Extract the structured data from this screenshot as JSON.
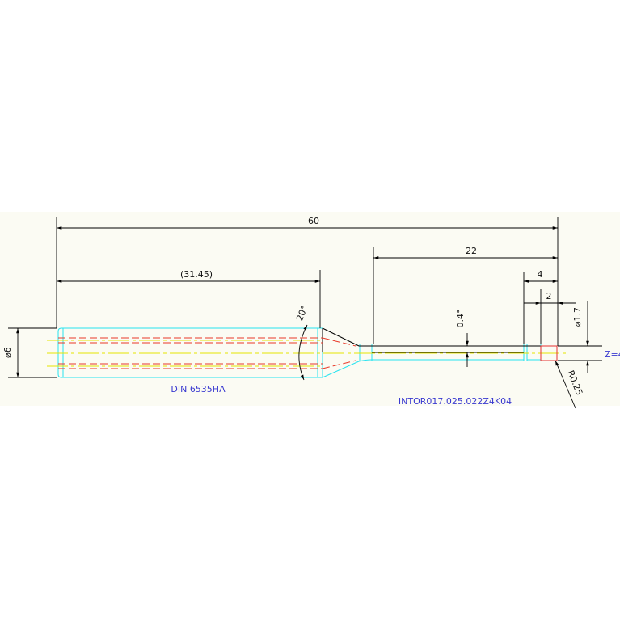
{
  "drawing": {
    "dimensions": {
      "overall_length": "60",
      "shank_length": "(31.45)",
      "neck_length": "22",
      "tip_length": "4",
      "cut_length": "2",
      "shank_diameter": "⌀6",
      "tip_diameter": "⌀1.7",
      "taper_angle": "20°",
      "neck_taper": "0.4°",
      "corner_radius": "R0.25"
    },
    "notes": {
      "shank_standard": "DIN 6535HA",
      "part_number": "INTOR017.025.022Z4K04",
      "flutes": "Z=4"
    },
    "colors": {
      "outline": "#27e3ef",
      "centerline": "#e5e600",
      "hidden": "#e83a2a",
      "tip": "#e53030",
      "note_text": "#3a3ad0"
    }
  }
}
